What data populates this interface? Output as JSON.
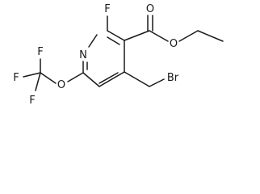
{
  "molecule": {
    "atoms": {
      "fluoro": "F",
      "ring_nitrogen": "N",
      "ester_carbonyl_oxygen": "O",
      "ester_ether_oxygen": "O",
      "cf3_fluorine_top": "F",
      "cf3_fluorine_left": "F",
      "cf3_fluorine_bottom": "F",
      "trifluoromethoxy_oxygen": "O",
      "bromine": "Br"
    }
  }
}
